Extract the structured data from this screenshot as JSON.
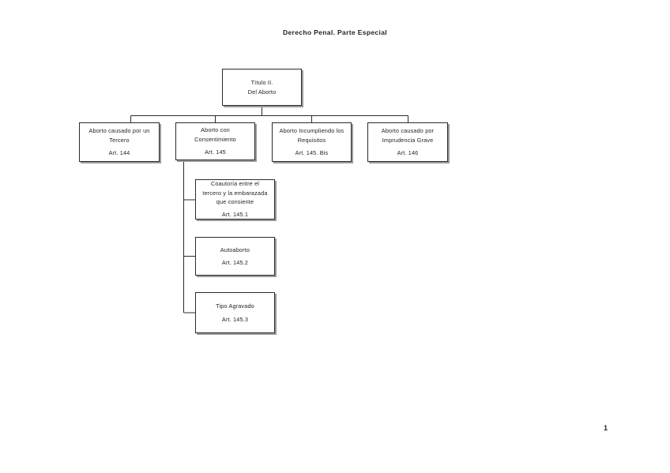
{
  "document": {
    "title": "Derecho Penal. Parte Especial",
    "page_number": "1"
  },
  "diagram": {
    "type": "org-chart",
    "root": {
      "id": "titulo-ii",
      "lines": [
        "Título II.",
        "Del Aborto"
      ],
      "article": ""
    },
    "level2": [
      {
        "id": "aborto-tercero",
        "lines": [
          "Aborto causado por un",
          "Tercero"
        ],
        "article": "Art. 144"
      },
      {
        "id": "aborto-consentimiento",
        "lines": [
          "Aborto con",
          "Consentimiento"
        ],
        "article": "Art. 145"
      },
      {
        "id": "aborto-requisitos",
        "lines": [
          "Aborto Incumpliendo los",
          "Requisitos"
        ],
        "article": "Art. 145. Bis"
      },
      {
        "id": "aborto-imprudencia",
        "lines": [
          "Aborto causado por",
          "Imprudencia Grave"
        ],
        "article": "Art. 146"
      }
    ],
    "level3": [
      {
        "id": "coautoria",
        "lines": [
          "Coautoría entre el",
          "tercero y la embarazada",
          "que consiente"
        ],
        "article": "Art. 145.1"
      },
      {
        "id": "autoaborto",
        "lines": [
          "Autoaborto"
        ],
        "article": "Art. 145.2"
      },
      {
        "id": "tipo-agravado",
        "lines": [
          "Tipo Agravado"
        ],
        "article": "Art. 145.3"
      }
    ]
  },
  "style": {
    "text_color": "#231f20",
    "border_color": "#2b2b2b",
    "shadow_color": "#9a9a9a",
    "background": "#ffffff"
  }
}
